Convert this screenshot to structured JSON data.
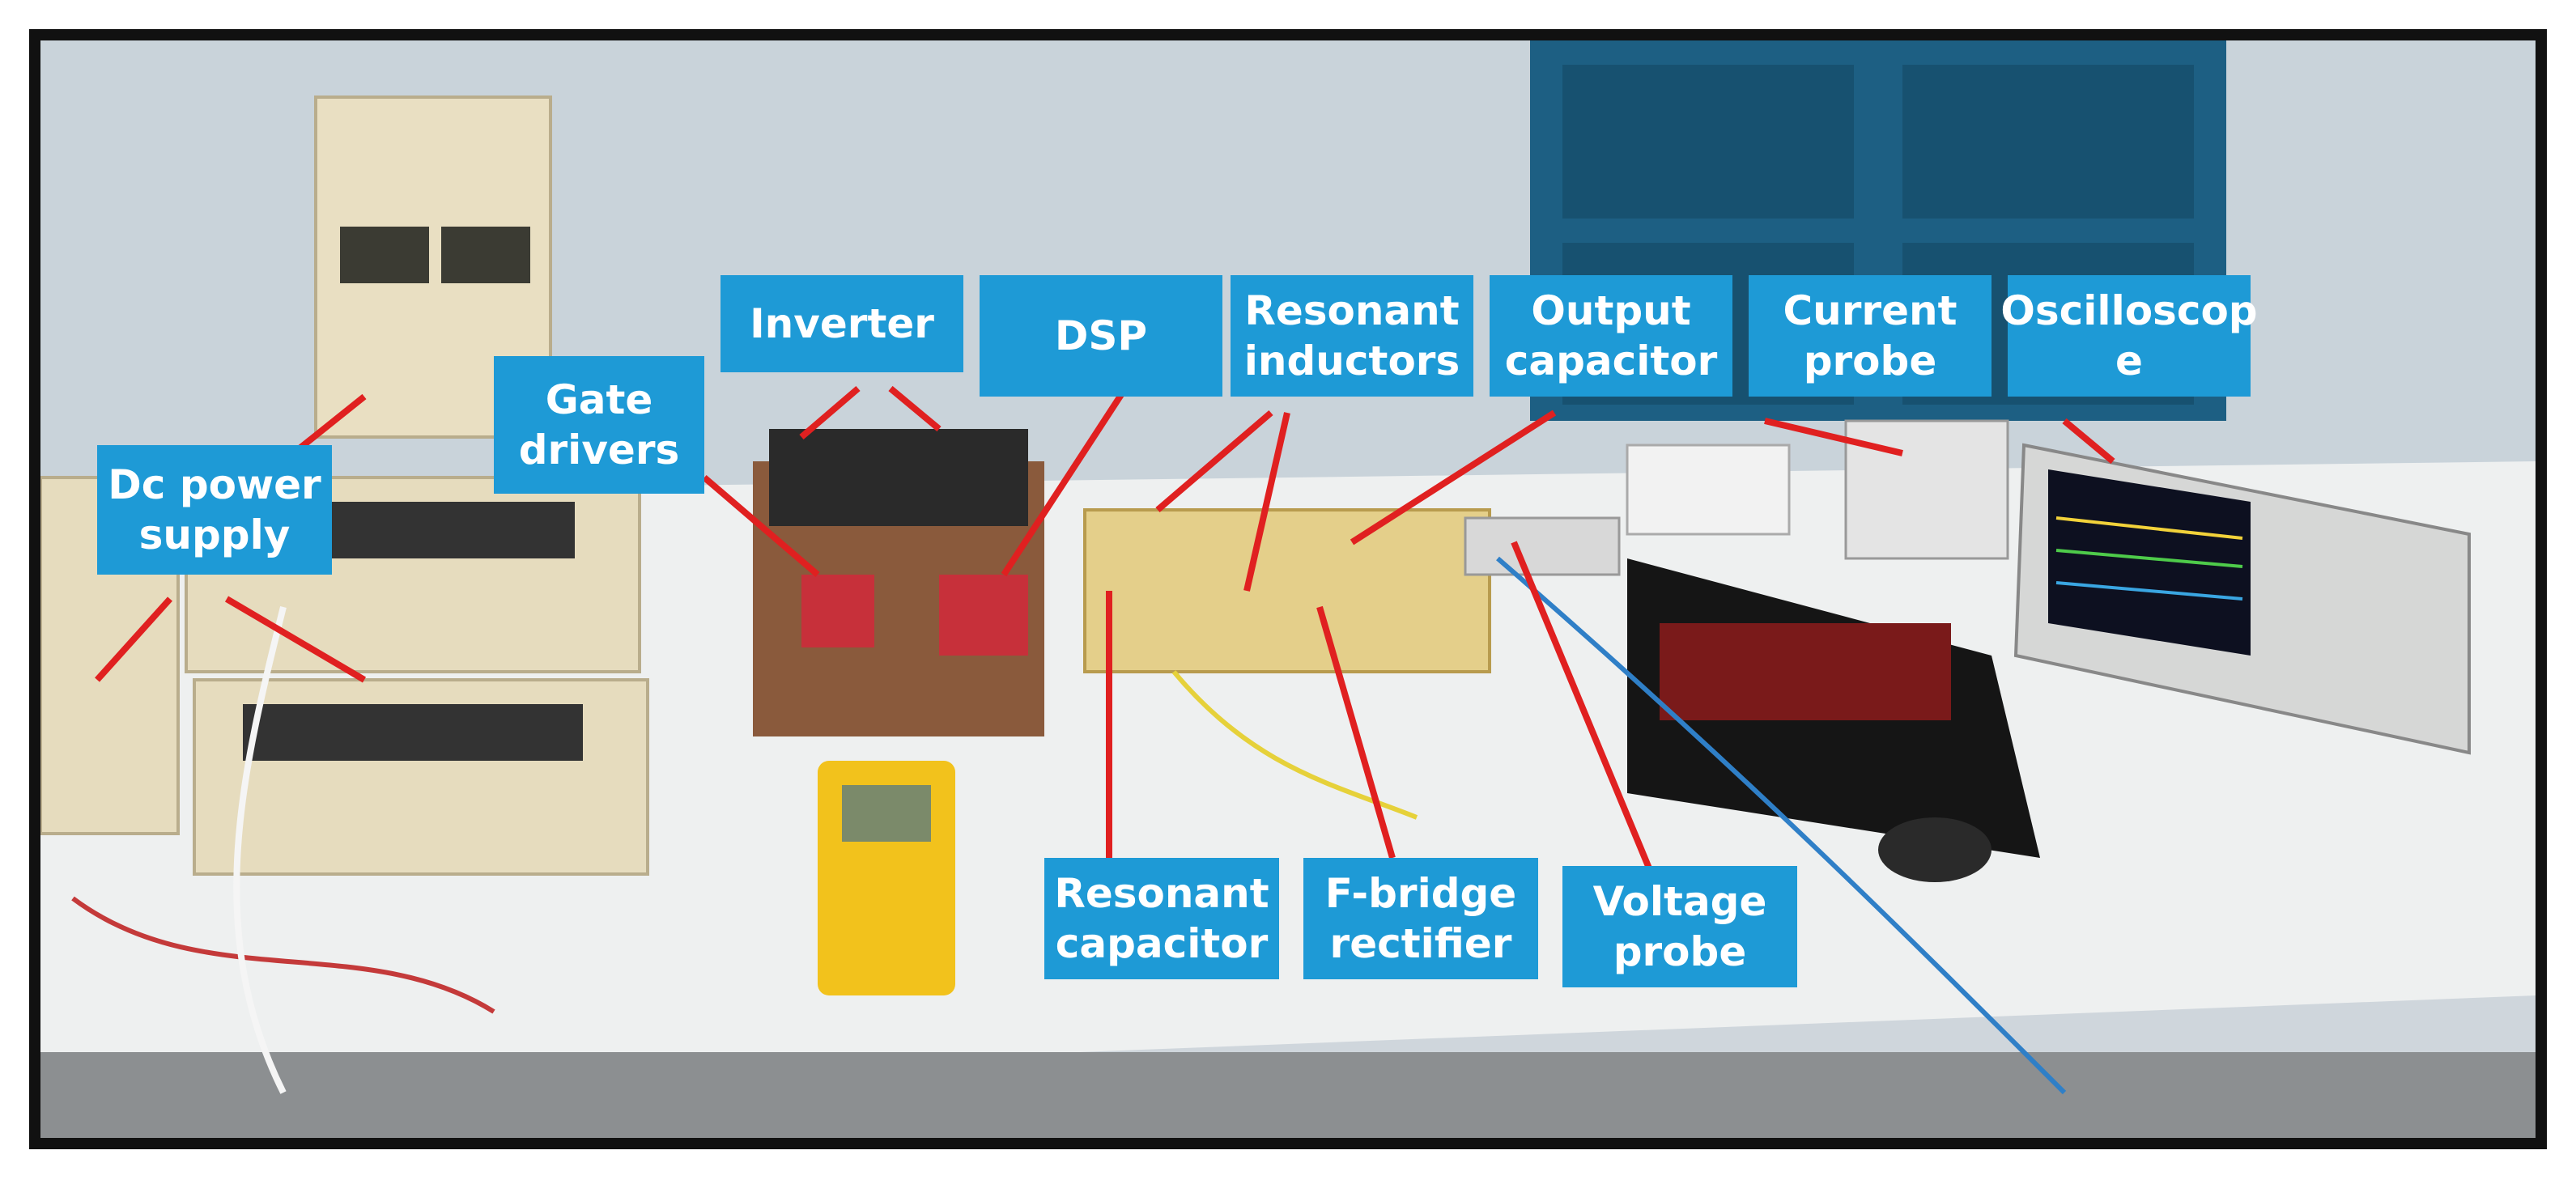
{
  "labels": {
    "dc_power_supply": "Dc power\nsupply",
    "gate_drivers": "Gate\ndrivers",
    "inverter": "Inverter",
    "dsp": "DSP",
    "resonant_inductors": "Resonant\ninductors",
    "output_capacitor": "Output\ncapacitor",
    "current_probe": "Current\nprobe",
    "oscilloscope": "Oscilloscop\ne",
    "resonant_capacitor": "Resonant\ncapacitor",
    "f_bridge_rectifier": "F-bridge\nrectifier",
    "voltage_probe": "Voltage\nprobe"
  },
  "colors": {
    "label_bg": "#1e9ad6",
    "label_text": "#ffffff",
    "arrow": "#e02020",
    "frame": "#111111"
  }
}
